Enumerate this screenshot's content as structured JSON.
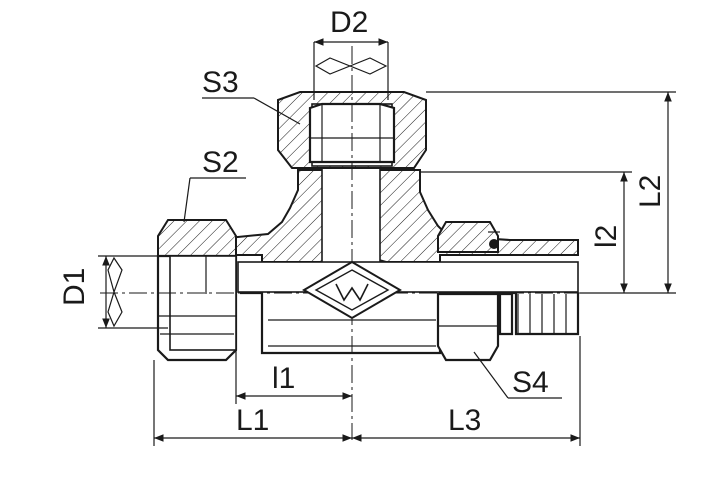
{
  "labels": {
    "d1": "D1",
    "d2": "D2",
    "l1": "L1",
    "l2": "L2",
    "l3": "L3",
    "i1": "l1",
    "i2": "l2",
    "s2": "S2",
    "s3": "S3",
    "s4": "S4"
  },
  "colors": {
    "line": "#1a1a1a",
    "background": "#ffffff"
  },
  "icons": {
    "manufacturer_mark": "w-diamond-logo-icon"
  }
}
